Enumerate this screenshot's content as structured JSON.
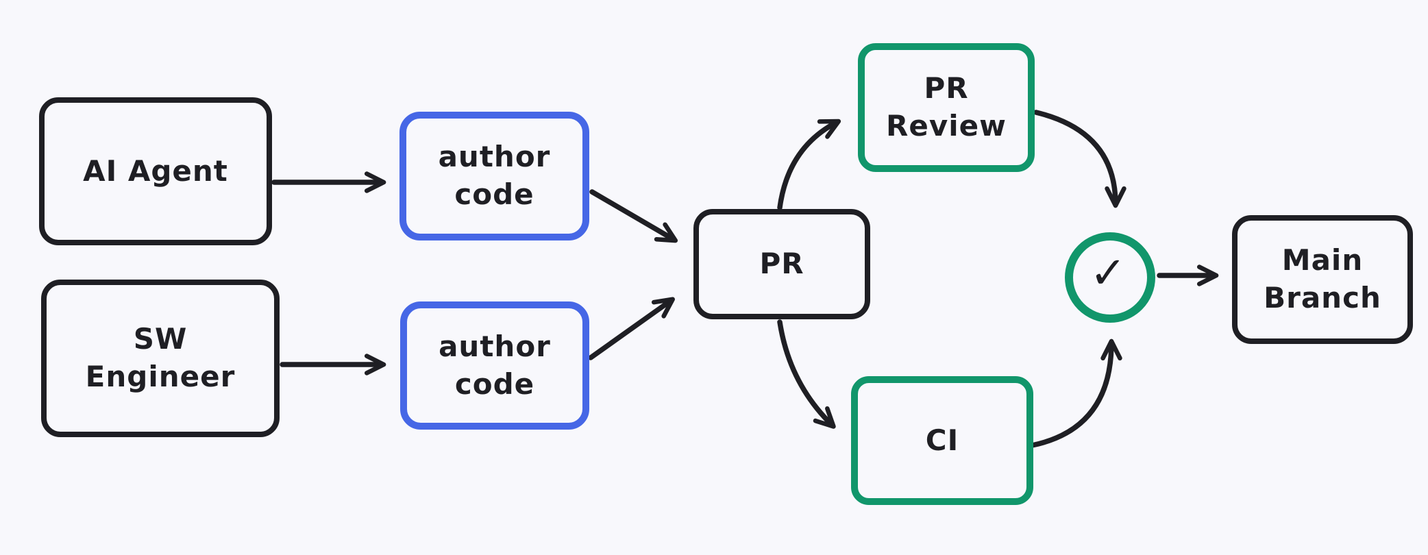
{
  "diagram": {
    "background": "#f8f8fc",
    "ink": "#1f1f24",
    "accent_blue": "#4667e6",
    "accent_green": "#11966b",
    "nodes": {
      "ai_agent": {
        "label": "AI Agent"
      },
      "sw_engineer": {
        "line1": "SW",
        "line2": "Engineer"
      },
      "author_code_top": {
        "line1": "author",
        "line2": "code"
      },
      "author_code_bottom": {
        "line1": "author",
        "line2": "code"
      },
      "pr": {
        "label": "PR"
      },
      "pr_review": {
        "line1": "PR",
        "line2": "Review"
      },
      "ci": {
        "label": "CI"
      },
      "approval_check": {
        "icon": "✓"
      },
      "main_branch": {
        "line1": "Main",
        "line2": "Branch"
      }
    }
  }
}
